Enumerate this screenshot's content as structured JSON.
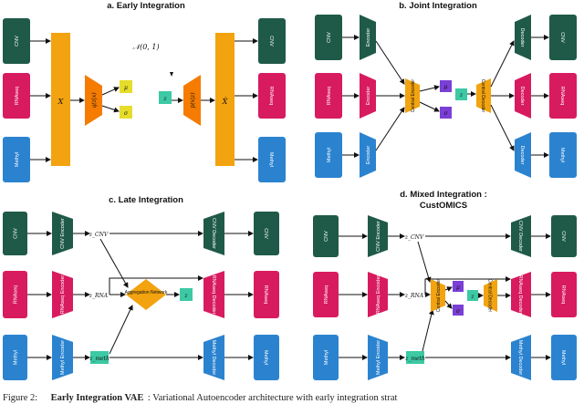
{
  "panels": {
    "a": {
      "title": "a. Early Integration",
      "prior": "𝒩(0, 1)"
    },
    "b": {
      "title": "b. Joint Integration"
    },
    "c": {
      "title": "c. Late Integration"
    },
    "d": {
      "title_line1": "d. Mixed Integration :",
      "title_line2": "CustOMICS"
    }
  },
  "labels": {
    "cnv": "CNV",
    "rnaseq": "RNAseq",
    "methyl": "Methyl",
    "encoder": "Encoder",
    "decoder": "Decoder",
    "central_encoder": "Central Encoder",
    "central_decoder": "Central Decoder",
    "cnv_encoder": "CNV Encoder",
    "cnv_decoder": "CNV Decoder",
    "rnaseq_encoder": "RNAseq Encoder",
    "rnaseq_decoder": "RNAseq Decoder",
    "methyl_encoder": "Methyl Encoder",
    "methyl_decoder": "Methyl Decoder",
    "aggregation": "Aggregation Network"
  },
  "math": {
    "x": "X",
    "x_hat": "X̂",
    "q": "q(z|x)",
    "p": "p(x|z)",
    "mu": "μ",
    "sigma": "σ",
    "z": "z",
    "z_cnv": "z_CNV",
    "z_rna": "z_RNA",
    "z_meth": "z_meth"
  },
  "caption": {
    "prefix": "Figure 2:",
    "bold": "Early Integration VAE",
    "rest": ": Variational Autoencoder architecture with early integration strat"
  },
  "colors": {
    "cnv": "#1f5a48",
    "rnaseq": "#d81b5f",
    "methyl": "#2b83d0",
    "central": "#f2a30f",
    "latent": "#3cc9a4",
    "stat": "#e5dd2a",
    "purple": "#7a3fd6"
  }
}
